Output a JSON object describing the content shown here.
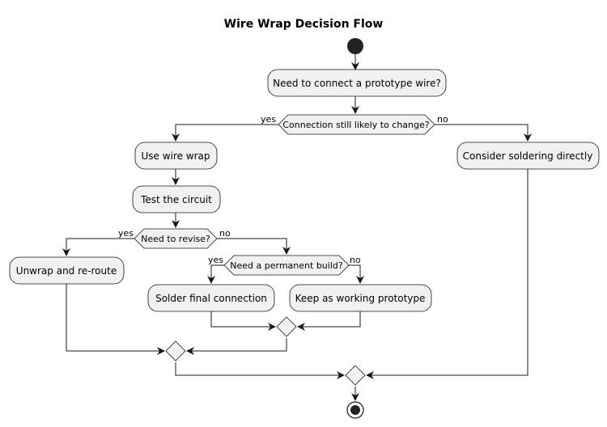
{
  "diagram": {
    "title": "Wire Wrap Decision Flow",
    "colors": {
      "node_fill": "#F1F1F1",
      "node_border": "#181818",
      "line": "#181818",
      "start_fill": "#222222"
    },
    "nodes": {
      "need_connect": "Need to connect a prototype wire?",
      "use_wire_wrap": "Use wire wrap",
      "test_circuit": "Test the circuit",
      "unwrap_reroute": "Unwrap and re-route",
      "solder_final": "Solder final connection",
      "keep_prototype": "Keep as working prototype",
      "consider_soldering": "Consider soldering directly"
    },
    "decisions": {
      "likely_change": "Connection still likely to change?",
      "need_revise": "Need to revise?",
      "need_permanent": "Need a permanent build?"
    },
    "branches": {
      "likely_change_yes": "yes",
      "likely_change_no": "no",
      "need_revise_yes": "yes",
      "need_revise_no": "no",
      "need_permanent_yes": "yes",
      "need_permanent_no": "no"
    }
  }
}
